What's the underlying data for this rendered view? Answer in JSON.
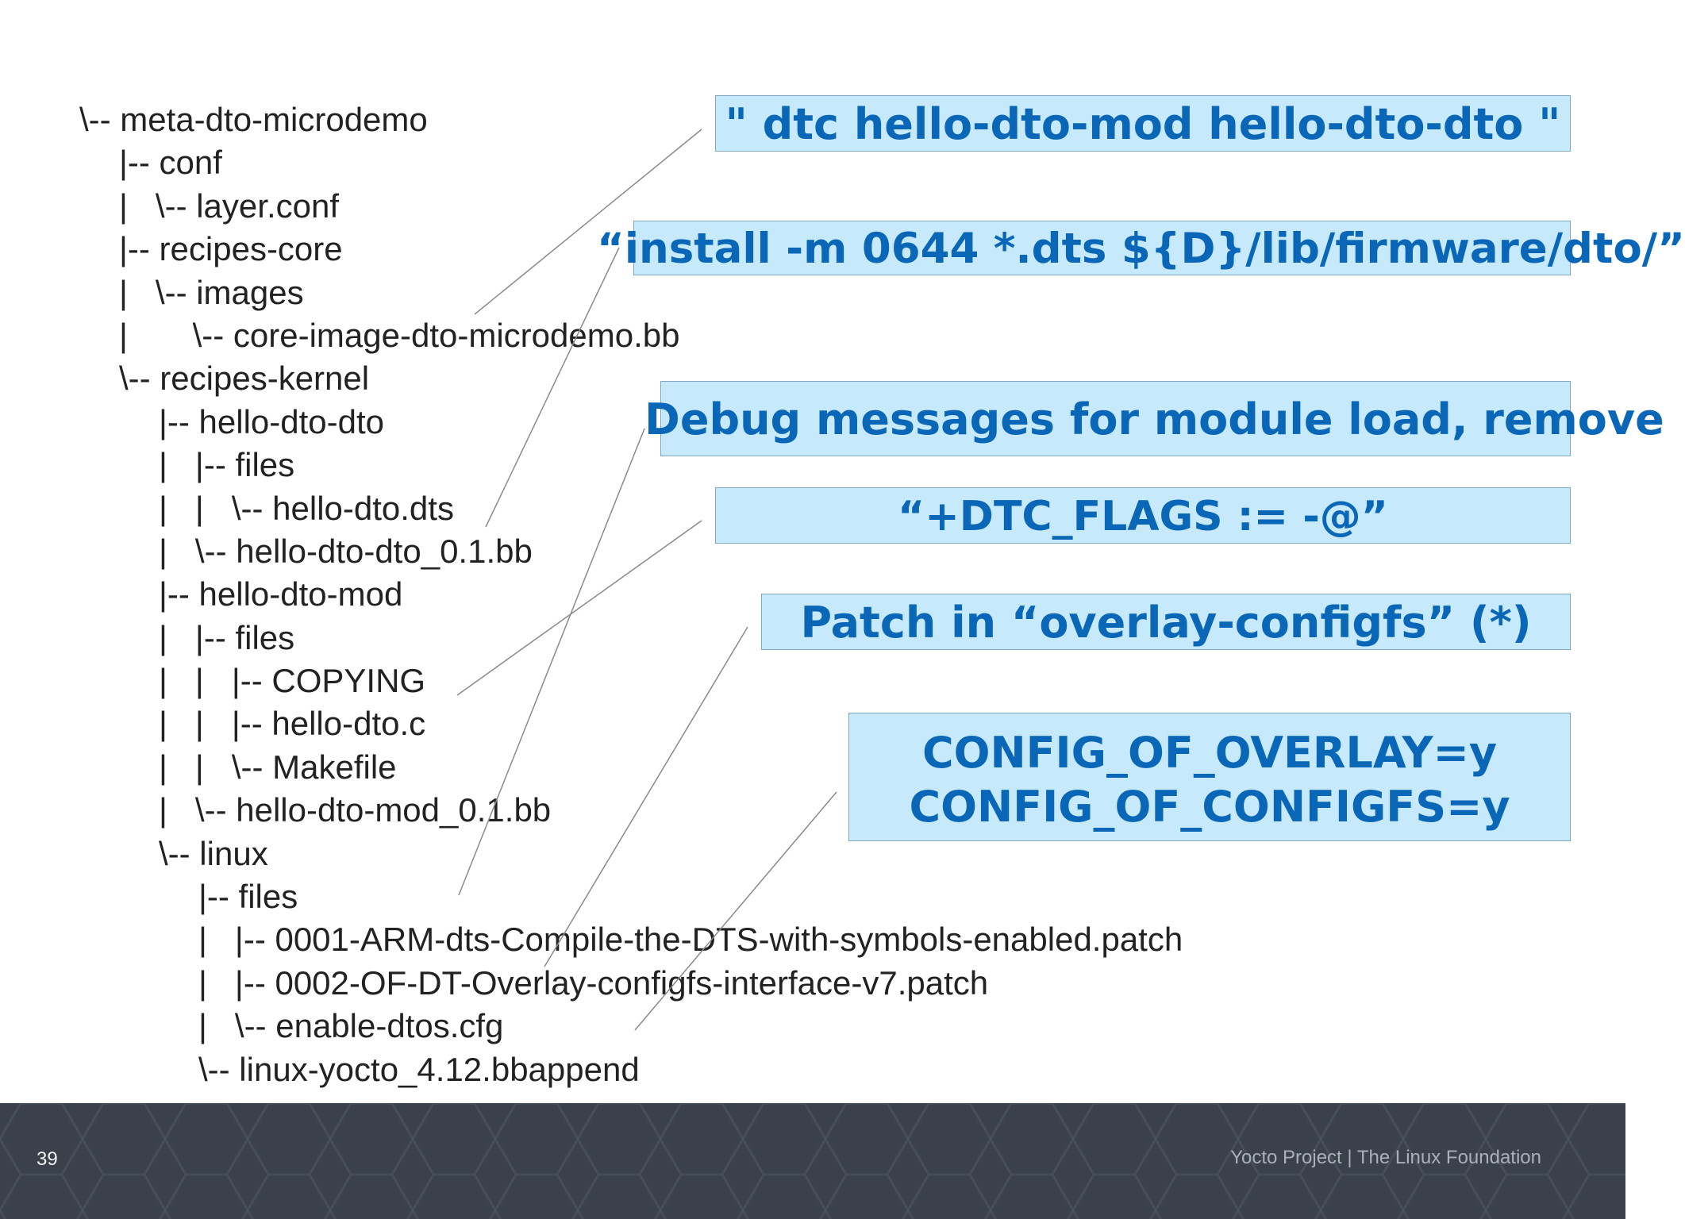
{
  "tree": [
    "\\-- meta-dto-microdemo",
    "|-- conf",
    "|   \\-- layer.conf",
    "|-- recipes-core",
    "|   \\-- images",
    "|       \\-- core-image-dto-microdemo.bb",
    "\\-- recipes-kernel",
    "|-- hello-dto-dto",
    "|   |-- files",
    "|   |   \\-- hello-dto.dts",
    "|   \\-- hello-dto-dto_0.1.bb",
    "|-- hello-dto-mod",
    "|   |-- files",
    "|   |   |-- COPYING",
    "|   |   |-- hello-dto.c",
    "|   |   \\-- Makefile",
    "|   \\-- hello-dto-mod_0.1.bb",
    "\\-- linux",
    "|-- files",
    "|   |-- 0001-ARM-dts-Compile-the-DTS-with-symbols-enabled.patch",
    "|   |-- 0002-OF-DT-Overlay-configfs-interface-v7.patch",
    "|   \\-- enable-dtos.cfg",
    "\\-- linux-yocto_4.12.bbappend"
  ],
  "callouts": [
    {
      "text": "\" dtc hello-dto-mod hello-dto-dto \""
    },
    {
      "text": "“install -m 0644 *.dts ${D}/lib/firmware/dto/”"
    },
    {
      "text": "Debug messages for module load, remove"
    },
    {
      "text": "“+DTC_FLAGS    := -@”"
    },
    {
      "text": "Patch in “overlay-configfs” (*)"
    },
    {
      "line1": "CONFIG_OF_OVERLAY=y",
      "line2": "CONFIG_OF_CONFIGFS=y"
    }
  ],
  "footer": {
    "page_number": "39",
    "credit": "Yocto Project | The Linux Foundation"
  },
  "colors": {
    "callout_fill": "#c6e9fb",
    "callout_text": "#0a67b8",
    "footer_bg": "#3a414a"
  }
}
